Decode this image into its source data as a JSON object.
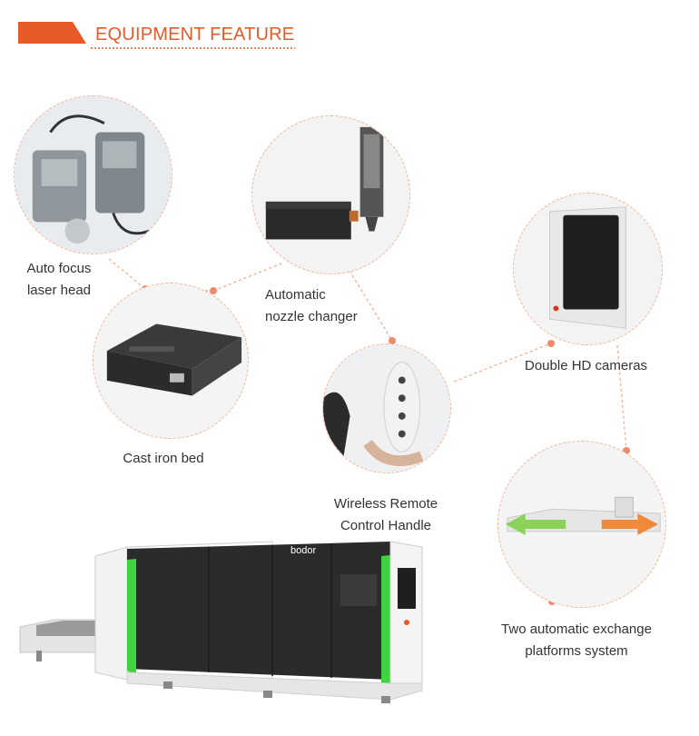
{
  "header": {
    "title": "EQUIPMENT FEATURE",
    "accent": "#e8592a"
  },
  "features": [
    {
      "id": "auto-focus",
      "label_lines": [
        "Auto focus",
        "laser head"
      ]
    },
    {
      "id": "nozzle-changer",
      "label_lines": [
        "Automatic",
        "nozzle changer"
      ]
    },
    {
      "id": "cast-iron-bed",
      "label_lines": [
        "Cast iron bed"
      ]
    },
    {
      "id": "hd-cameras",
      "label_lines": [
        "Double HD cameras"
      ]
    },
    {
      "id": "remote-handle",
      "label_lines": [
        "Wireless Remote",
        "Control Handle"
      ]
    },
    {
      "id": "exchange-platforms",
      "label_lines": [
        "Two automatic exchange",
        "platforms system"
      ]
    }
  ],
  "machine": {
    "brand_text": "bodor"
  },
  "colors": {
    "dot": "#f08a6a",
    "dash": "#f4a88a",
    "machine_dark": "#2b2b2b",
    "accent_green": "#3fd33f"
  }
}
